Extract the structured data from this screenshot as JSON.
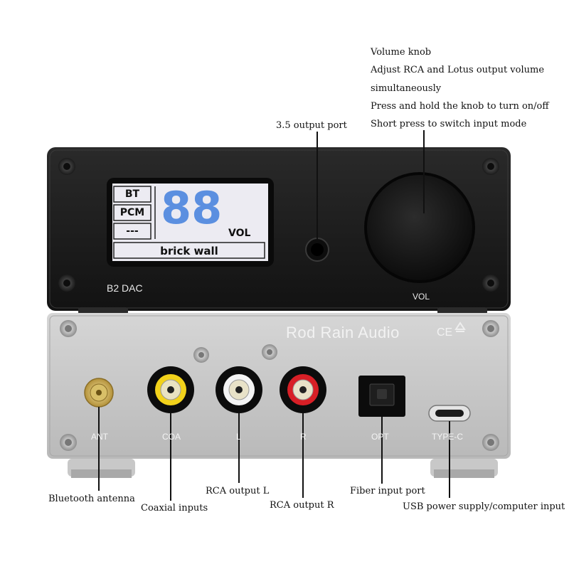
{
  "callouts": {
    "volume_knob": "Volume knob",
    "volume_line2": "Adjust RCA and Lotus output volume",
    "volume_line3": "simultaneously",
    "volume_line4": "Press and hold the knob to turn on/off",
    "volume_line5": "Short press to switch input mode",
    "output_35": "3.5 output port",
    "bluetooth_antenna": "Bluetooth antenna",
    "coaxial_inputs": "Coaxial inputs",
    "rca_output_l": "RCA output L",
    "rca_output_r": "RCA output R",
    "fiber_input": "Fiber input port",
    "usb_power": "USB power supply/computer input"
  },
  "front_panel": {
    "model": "B2 DAC",
    "knob_label": "VOL",
    "lcd": {
      "mode_bt": "BT",
      "mode_pcm": "PCM",
      "mode_blank": "---",
      "volume_value": "88",
      "volume_unit": "VOL",
      "filter": "brick wall"
    }
  },
  "rear_panel": {
    "brand": "Rod Rain Audio",
    "cert": "CE",
    "ports": {
      "ant": "ANT",
      "coa": "COA",
      "l": "L",
      "r": "R",
      "opt": "OPT",
      "typec": "TYPE-C"
    }
  },
  "colors": {
    "lcd_digits": "#5b8fe0",
    "rca_red": "#d81f26",
    "rca_yellow": "#f2d21b",
    "chassis_front": "#1a1a1a",
    "chassis_rear": "#c9c9c9"
  }
}
